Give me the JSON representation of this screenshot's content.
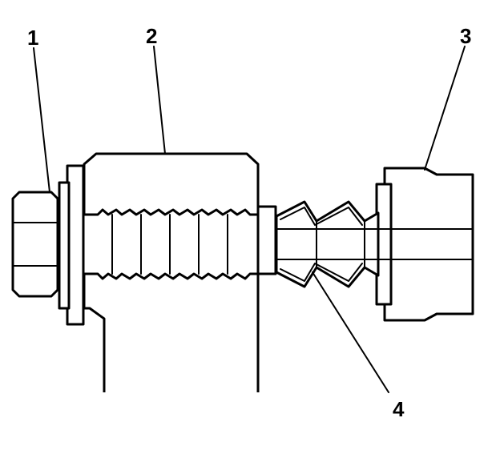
{
  "callouts": [
    {
      "number": "1",
      "part": "bolt-head"
    },
    {
      "number": "2",
      "part": "puller-body"
    },
    {
      "number": "3",
      "part": "axle-shaft"
    },
    {
      "number": "4",
      "part": "boot"
    }
  ],
  "colors": {
    "line": "#000000",
    "background": "#ffffff"
  }
}
